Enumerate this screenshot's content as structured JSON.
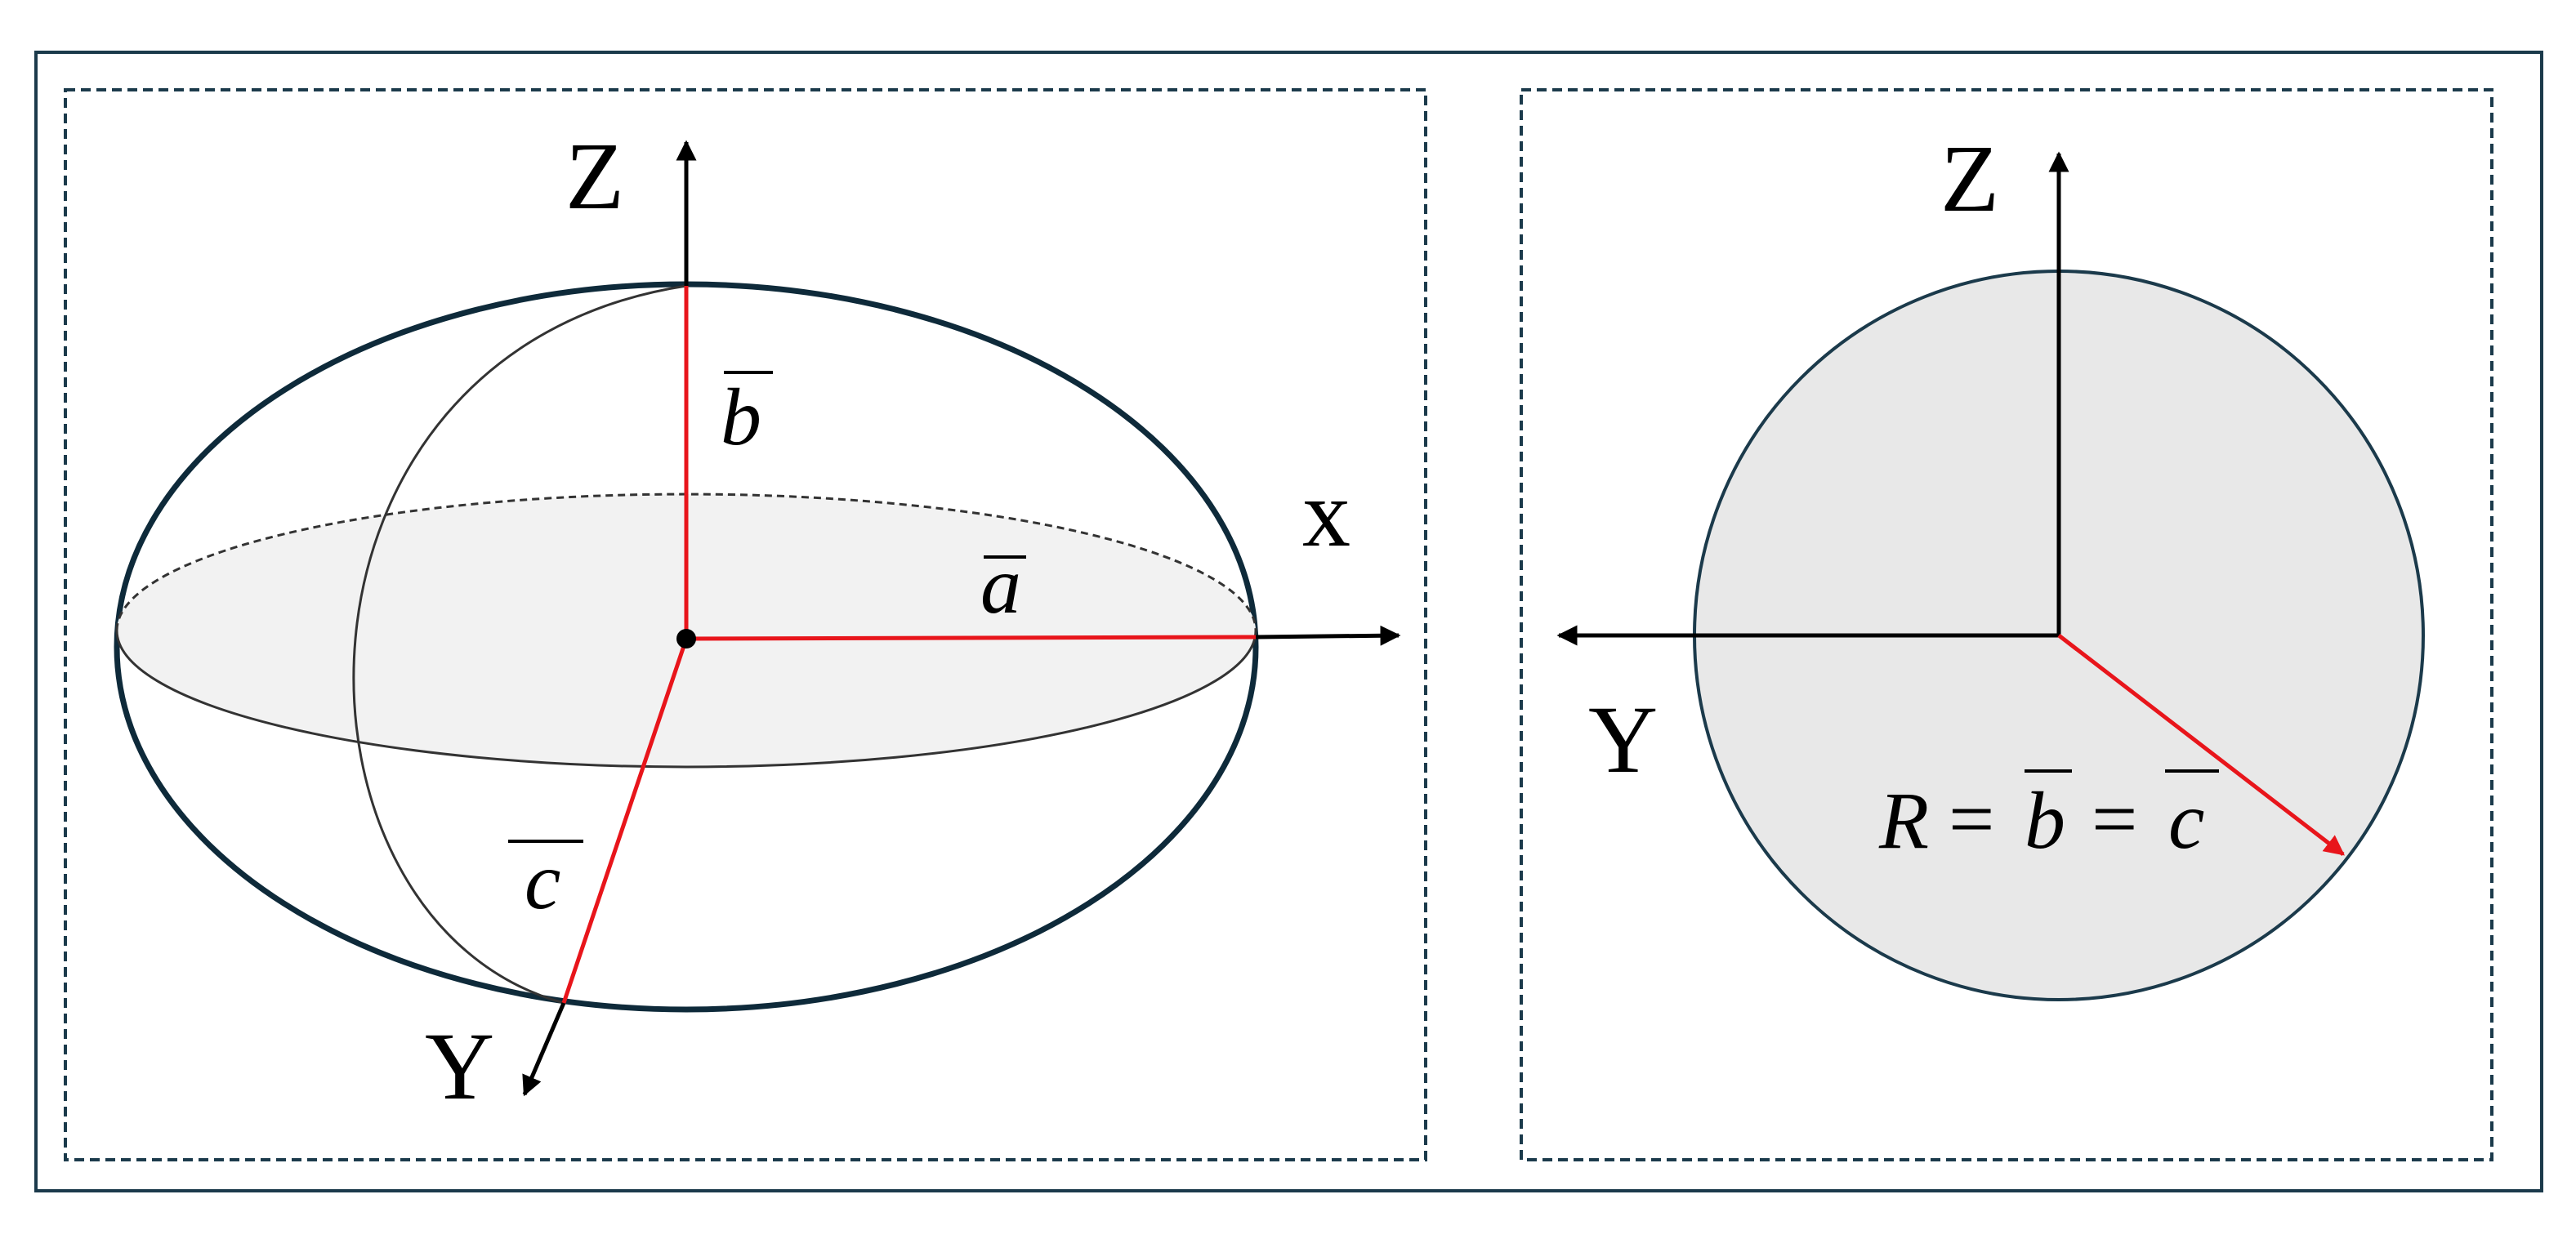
{
  "figure": {
    "left_panel": {
      "axes": {
        "z": "Z",
        "x": "x",
        "y": "Y"
      },
      "semi_axes": {
        "a": "a",
        "b": "b",
        "c": "c"
      }
    },
    "right_panel": {
      "axes": {
        "z": "Z",
        "y": "Y"
      },
      "radius_label": {
        "r": "R",
        "eq1": "=",
        "b": "b",
        "eq2": "=",
        "c": "c"
      }
    }
  },
  "colors": {
    "frame": "#1b3a4b",
    "axis": "#000000",
    "semi_axis": "#e8151b",
    "ellipse_outline": "#0e2a3a",
    "equator_fill": "#f2f2f2",
    "circle_fill": "#e8e8e8"
  }
}
